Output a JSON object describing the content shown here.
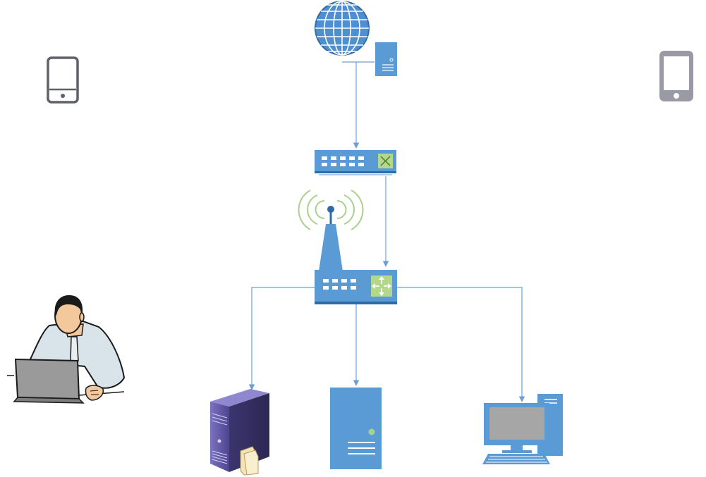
{
  "diagram": {
    "nodes": [
      {
        "id": "internet",
        "icon": "globe-icon"
      },
      {
        "id": "web-server",
        "icon": "server-tower-icon"
      },
      {
        "id": "switch",
        "icon": "network-switch-icon"
      },
      {
        "id": "wireless-router",
        "icon": "wireless-router-icon"
      },
      {
        "id": "file-server",
        "icon": "file-server-icon"
      },
      {
        "id": "server",
        "icon": "server-tower-icon"
      },
      {
        "id": "desktop-pc",
        "icon": "desktop-computer-icon"
      },
      {
        "id": "mobile-left",
        "icon": "smartphone-icon"
      },
      {
        "id": "mobile-right",
        "icon": "smartphone-icon"
      },
      {
        "id": "user",
        "icon": "person-with-laptop-icon"
      }
    ],
    "edges": [
      {
        "from": "web-server",
        "to": "switch"
      },
      {
        "from": "switch",
        "to": "wireless-router"
      },
      {
        "from": "wireless-router",
        "to": "file-server"
      },
      {
        "from": "wireless-router",
        "to": "server"
      },
      {
        "from": "wireless-router",
        "to": "desktop-pc"
      }
    ],
    "colors": {
      "device_blue": "#5b9bd5",
      "device_dark": "#2f6aa8",
      "edge": "#6a9fd4",
      "wifi_green": "#a9d18e",
      "switch_green": "#b4d88b",
      "phone_gray": "#5f6168",
      "phone_light": "#9a9aa6",
      "file_server_purple": "#5a4f9a"
    }
  }
}
